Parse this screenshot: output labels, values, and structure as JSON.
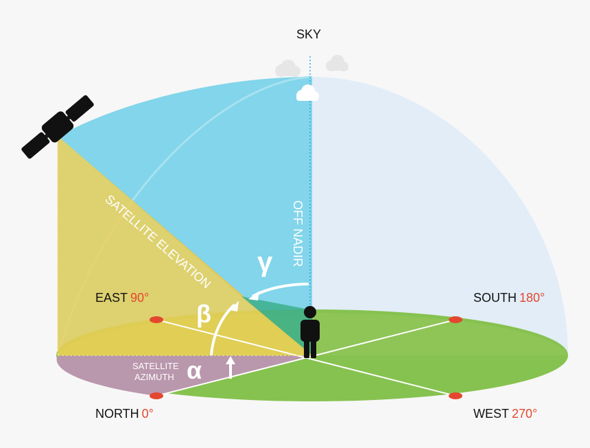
{
  "labels": {
    "sky": "SKY",
    "off_nadir": "OFF NADIR",
    "satellite_elevation": "SATELLITE ELEVATION",
    "satellite_azimuth_line1": "SATELLITE",
    "satellite_azimuth_line2": "AZIMUTH"
  },
  "greek": {
    "alpha": "α",
    "beta": "β",
    "gamma": "γ"
  },
  "directions": {
    "east": {
      "name": "EAST",
      "degrees": "90°"
    },
    "south": {
      "name": "SOUTH",
      "degrees": "180°"
    },
    "north": {
      "name": "NORTH",
      "degrees": "0°"
    },
    "west": {
      "name": "WEST",
      "degrees": "270°"
    }
  },
  "colors": {
    "background": "#f7f7f7",
    "dome_light": "#deebf6",
    "dome_cyan": "#7fd4e8",
    "ground_green": "#86c24f",
    "azimuth_purple": "#b695a8",
    "elevation_yellow": "#f2cf55",
    "offnadir_teal": "#3daf8c",
    "marker_red": "#e4472f",
    "figure_black": "#111111"
  },
  "icons": [
    "satellite-icon",
    "person-icon",
    "cloud-icon"
  ]
}
